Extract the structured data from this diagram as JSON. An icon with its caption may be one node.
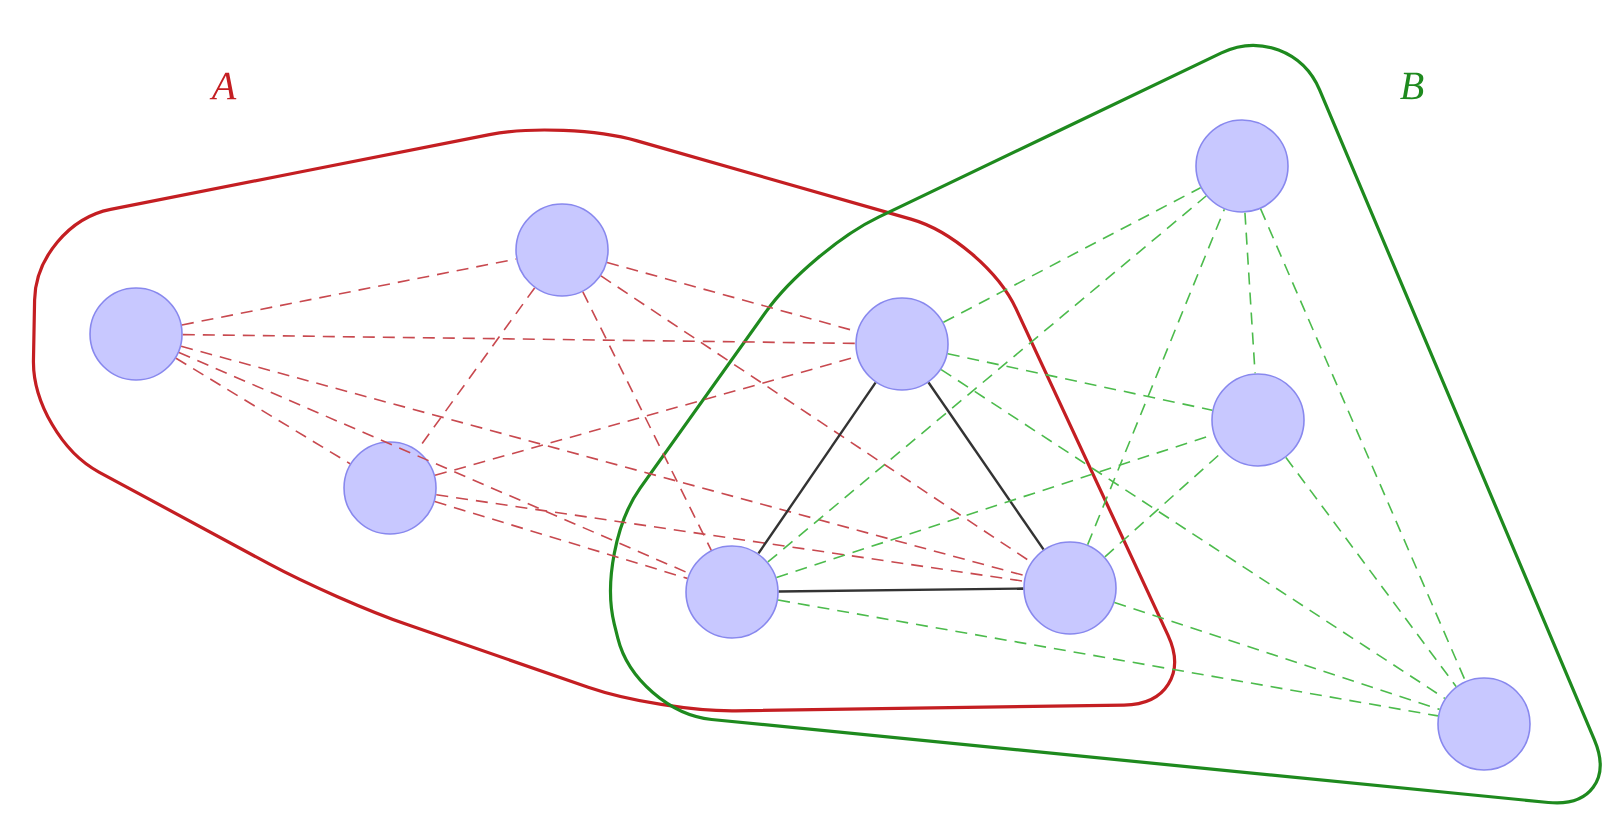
{
  "diagram": {
    "nodes": [
      {
        "text": [
          "A"
        ]
      },
      {
        "text": [
          "B"
        ]
      },
      {
        "text": [],
        "shape": "circle",
        "in": 0
      },
      {
        "text": [],
        "shape": "circle",
        "in": 0
      },
      {
        "text": [],
        "shape": "circle",
        "in": 0
      },
      {
        "text": [],
        "shape": "circle"
      },
      {
        "text": [],
        "shape": "circle"
      },
      {
        "text": [],
        "shape": "circle"
      },
      {
        "text": [],
        "shape": "circle",
        "in": 1
      },
      {
        "text": [],
        "shape": "circle",
        "in": 1
      },
      {
        "text": [],
        "shape": "circle",
        "in": 1
      }
    ],
    "edges": [
      {
        "from": 2,
        "to": 3,
        "arrow": "none",
        "style": "dashed",
        "color": "#c8494f"
      },
      {
        "from": 2,
        "to": 4,
        "arrow": "none",
        "style": "dashed",
        "color": "#c8494f"
      },
      {
        "from": 2,
        "to": 5,
        "arrow": "none",
        "style": "dashed",
        "color": "#c8494f"
      },
      {
        "from": 2,
        "to": 6,
        "arrow": "none",
        "style": "dashed",
        "color": "#c8494f"
      },
      {
        "from": 2,
        "to": 7,
        "arrow": "none",
        "style": "dashed",
        "color": "#c8494f"
      },
      {
        "from": 3,
        "to": 4,
        "arrow": "none",
        "style": "dashed",
        "color": "#c8494f"
      },
      {
        "from": 3,
        "to": 5,
        "arrow": "none",
        "style": "dashed",
        "color": "#c8494f"
      },
      {
        "from": 3,
        "to": 6,
        "arrow": "none",
        "style": "dashed",
        "color": "#c8494f"
      },
      {
        "from": 3,
        "to": 7,
        "arrow": "none",
        "style": "dashed",
        "color": "#c8494f"
      },
      {
        "from": 4,
        "to": 5,
        "arrow": "none",
        "style": "dashed",
        "color": "#c8494f"
      },
      {
        "from": 4,
        "to": 6,
        "arrow": "none",
        "style": "dashed",
        "color": "#c8494f"
      },
      {
        "from": 4,
        "to": 7,
        "arrow": "none",
        "style": "dashed",
        "color": "#c8494f"
      },
      {
        "from": 5,
        "to": 6,
        "arrow": "none",
        "color": "#333333"
      },
      {
        "from": 5,
        "to": 7,
        "arrow": "none",
        "color": "#333333"
      },
      {
        "from": 6,
        "to": 7,
        "arrow": "none",
        "color": "#333333"
      },
      {
        "from": 5,
        "to": 8,
        "arrow": "none",
        "style": "dashed",
        "color": "#4cbb4c"
      },
      {
        "from": 5,
        "to": 9,
        "arrow": "none",
        "style": "dashed",
        "color": "#4cbb4c"
      },
      {
        "from": 5,
        "to": 10,
        "arrow": "none",
        "style": "dashed",
        "color": "#4cbb4c"
      },
      {
        "from": 6,
        "to": 8,
        "arrow": "none",
        "style": "dashed",
        "color": "#4cbb4c"
      },
      {
        "from": 6,
        "to": 9,
        "arrow": "none",
        "style": "dashed",
        "color": "#4cbb4c"
      },
      {
        "from": 6,
        "to": 10,
        "arrow": "none",
        "style": "dashed",
        "color": "#4cbb4c"
      },
      {
        "from": 7,
        "to": 8,
        "arrow": "none",
        "style": "dashed",
        "color": "#4cbb4c"
      },
      {
        "from": 7,
        "to": 9,
        "arrow": "none",
        "style": "dashed",
        "color": "#4cbb4c"
      },
      {
        "from": 7,
        "to": 10,
        "arrow": "none",
        "style": "dashed",
        "color": "#4cbb4c"
      },
      {
        "from": 8,
        "to": 9,
        "arrow": "none",
        "style": "dashed",
        "color": "#4cbb4c"
      },
      {
        "from": 8,
        "to": 10,
        "arrow": "none",
        "style": "dashed",
        "color": "#4cbb4c"
      },
      {
        "from": 9,
        "to": 10,
        "arrow": "none",
        "style": "dashed",
        "color": "#4cbb4c"
      }
    ]
  }
}
